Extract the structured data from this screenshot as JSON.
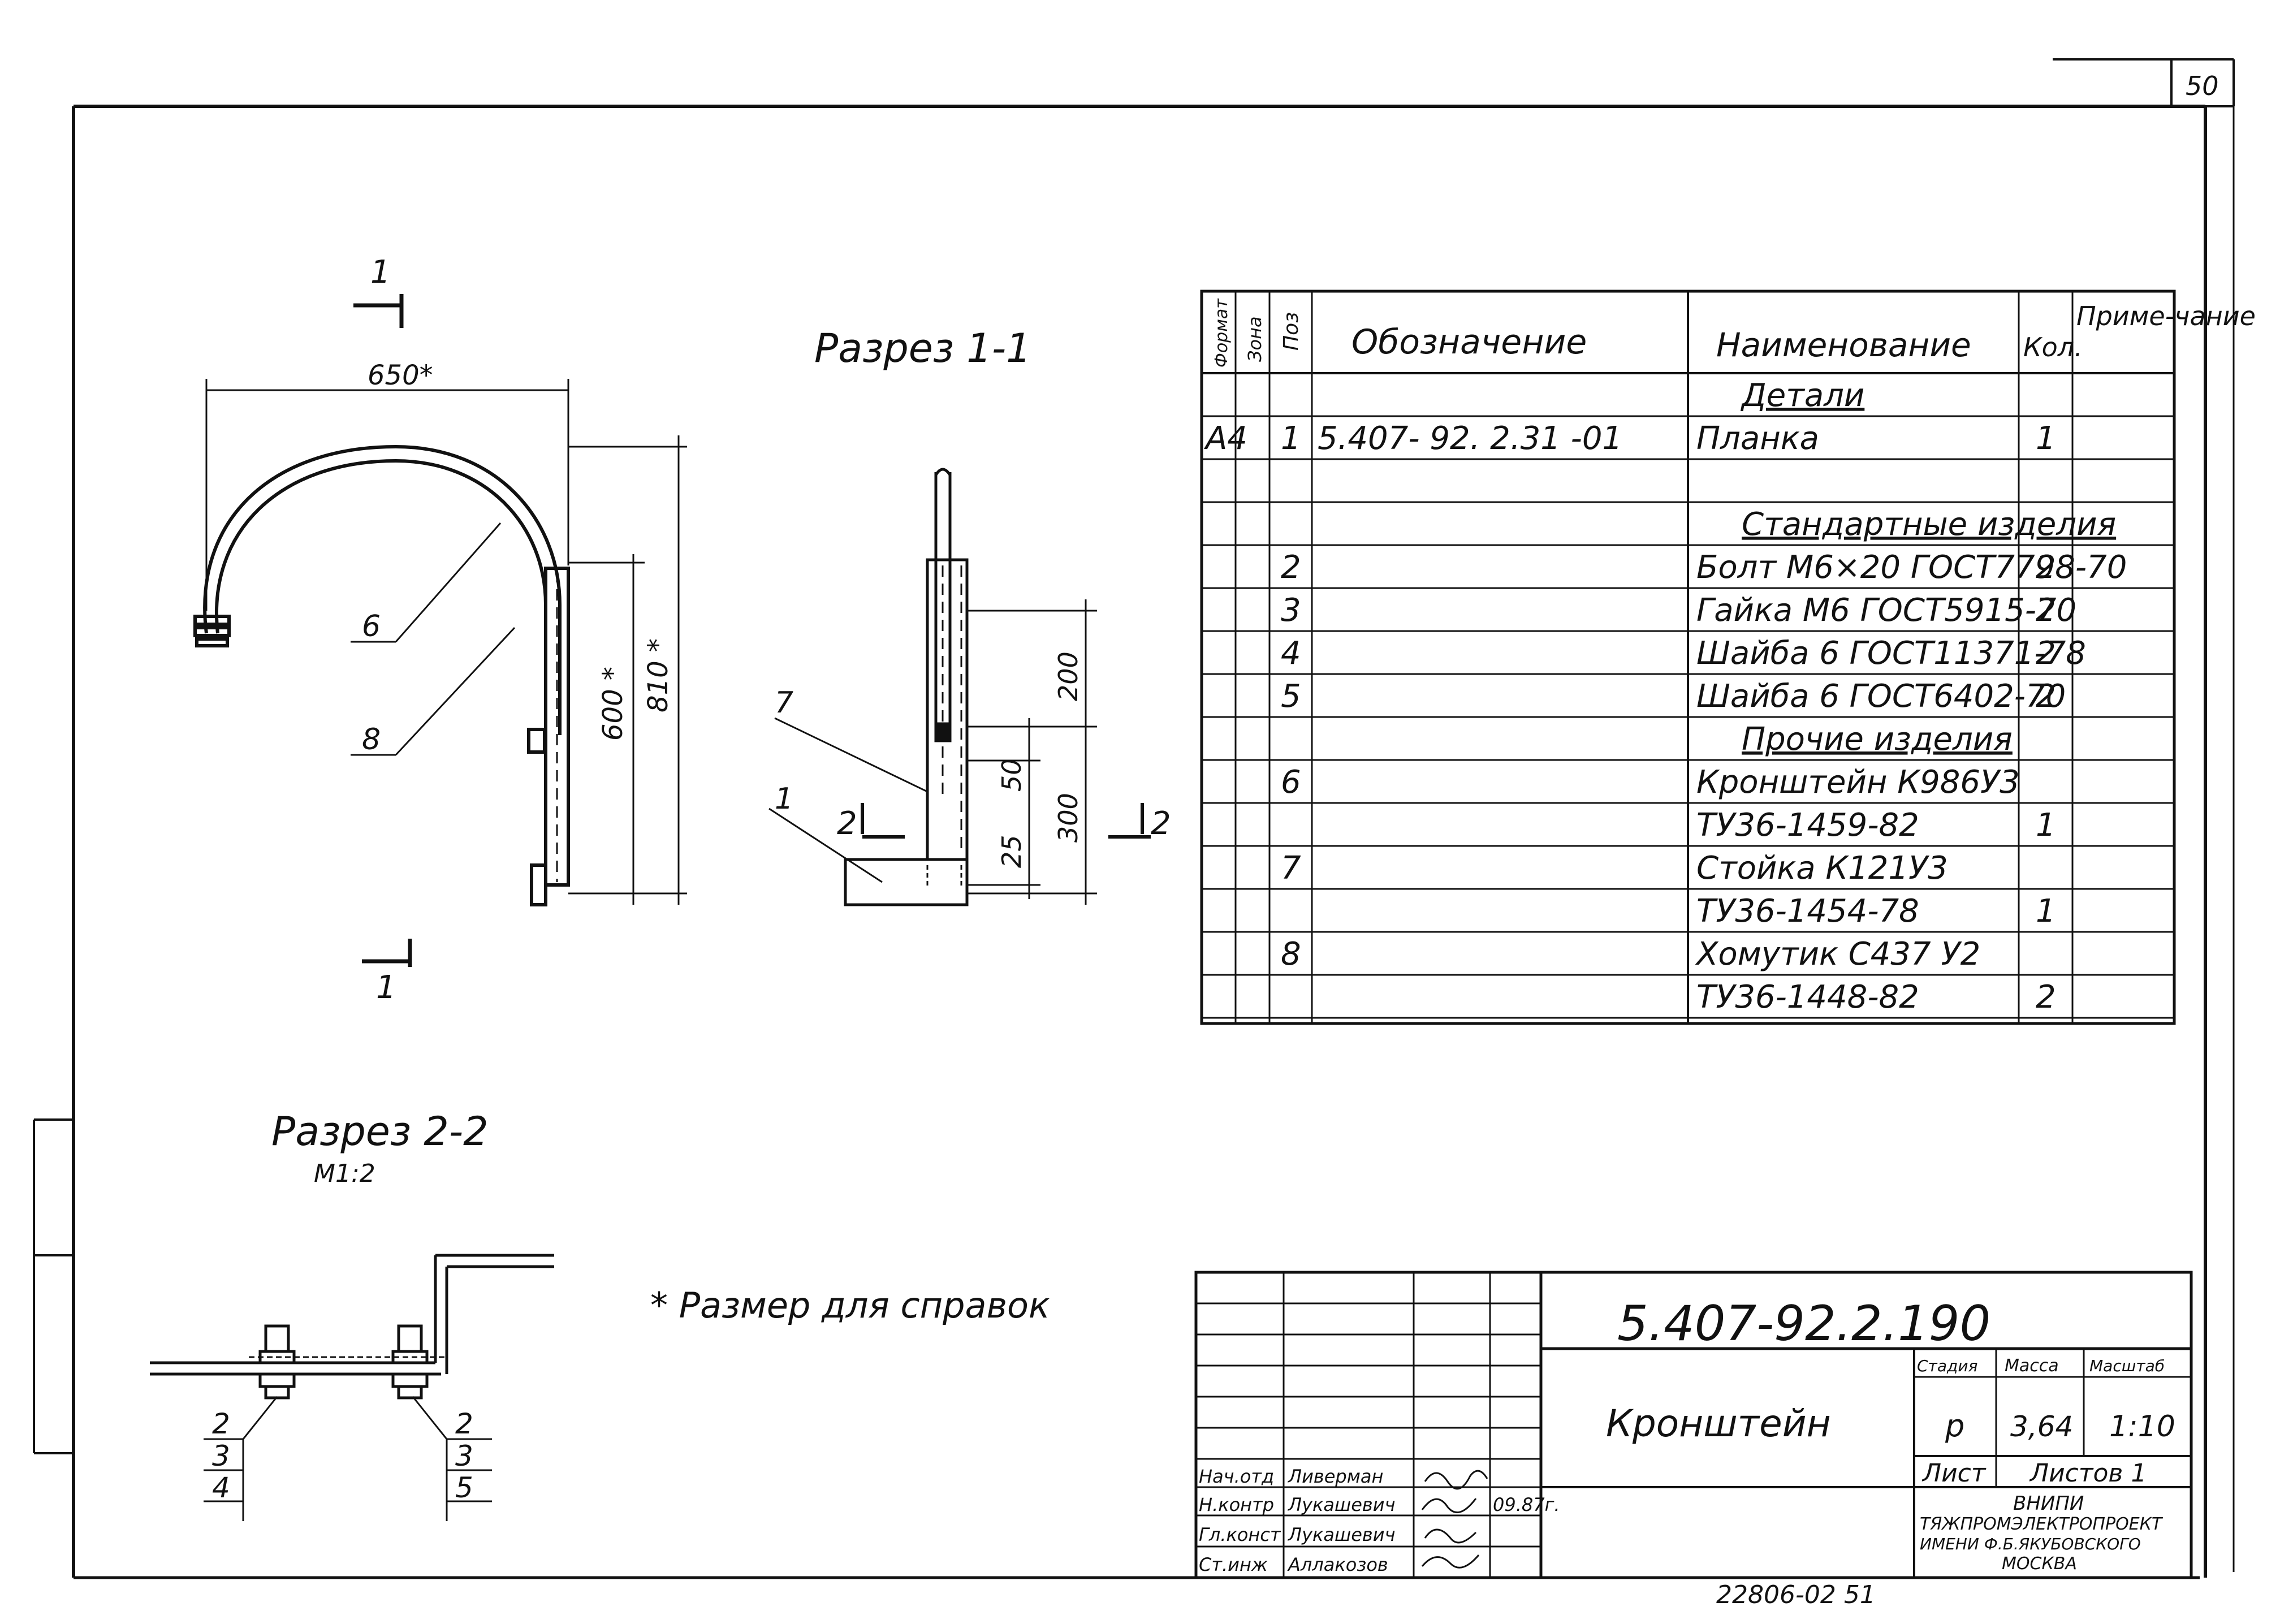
{
  "sheet_corner": "50",
  "footer_code": "22806-02 51",
  "section_1_label": "Разрез 1-1",
  "section_2_label": "Разрез 2-2",
  "section_2_scale": "М1:2",
  "reference_note": "* Размер для справок",
  "cut_marks": {
    "one": "1",
    "two": "2"
  },
  "dimensions": {
    "width": "650*",
    "height_total": "810 *",
    "height_bracket": "600 *",
    "d200": "200",
    "d50": "50",
    "d300": "300",
    "d25": "25"
  },
  "callouts": {
    "c1": "1",
    "c6": "6",
    "c7": "7",
    "c8": "8",
    "s2_left": [
      "2",
      "3",
      "4"
    ],
    "s2_right": [
      "2",
      "3",
      "5"
    ]
  },
  "spec": {
    "headers": {
      "format": "Формат",
      "zone": "Зона",
      "pos": "Поз",
      "designation": "Обозначение",
      "name": "Наименование",
      "qty": "Кол.",
      "note": "Приме-чание"
    },
    "rows": [
      {
        "fmt": "",
        "pos": "",
        "des": "",
        "name": "Детали",
        "qty": "",
        "hdr": true
      },
      {
        "fmt": "А4",
        "pos": "1",
        "des": "5.407- 92. 2.31 -01",
        "name": "Планка",
        "qty": "1"
      },
      {
        "fmt": "",
        "pos": "",
        "des": "",
        "name": "",
        "qty": ""
      },
      {
        "fmt": "",
        "pos": "",
        "des": "",
        "name": "Стандартные изделия",
        "qty": "",
        "hdr": true
      },
      {
        "fmt": "",
        "pos": "2",
        "des": "",
        "name": "Болт М6×20 ГОСТ7798-70",
        "qty": "2"
      },
      {
        "fmt": "",
        "pos": "3",
        "des": "",
        "name": "Гайка М6 ГОСТ5915-70",
        "qty": "2"
      },
      {
        "fmt": "",
        "pos": "4",
        "des": "",
        "name": "Шайба 6 ГОСТ11371-78",
        "qty": "2"
      },
      {
        "fmt": "",
        "pos": "5",
        "des": "",
        "name": "Шайба 6 ГОСТ6402-70",
        "qty": "2"
      },
      {
        "fmt": "",
        "pos": "",
        "des": "",
        "name": "Прочие изделия",
        "qty": "",
        "hdr": true
      },
      {
        "fmt": "",
        "pos": "6",
        "des": "",
        "name": "Кронштейн К986У3",
        "qty": ""
      },
      {
        "fmt": "",
        "pos": "",
        "des": "",
        "name": "ТУ36-1459-82",
        "qty": "1"
      },
      {
        "fmt": "",
        "pos": "7",
        "des": "",
        "name": "Стойка К121У3",
        "qty": ""
      },
      {
        "fmt": "",
        "pos": "",
        "des": "",
        "name": "ТУ36-1454-78",
        "qty": "1"
      },
      {
        "fmt": "",
        "pos": "8",
        "des": "",
        "name": "Хомутик С437 У2",
        "qty": ""
      },
      {
        "fmt": "",
        "pos": "",
        "des": "",
        "name": "ТУ36-1448-82",
        "qty": "2"
      }
    ]
  },
  "title_block": {
    "doc_number": "5.407-92.2.190",
    "item_name": "Кронштейн",
    "col_stage": "Стадия",
    "col_mass": "Масса",
    "col_scale": "Масштаб",
    "stage": "р",
    "mass": "3,64",
    "scale": "1:10",
    "sheet_label": "Лист",
    "sheets_label": "Листов 1",
    "org_lines": [
      "ВНИПИ",
      "ТЯЖПРОМЭЛЕКТРОПРОЕКТ",
      "ИМЕНИ Ф.Б.ЯКУБОВСКОГО",
      "МОСКВА"
    ],
    "staff": [
      {
        "role": "Нач.отд",
        "name": "Ливерман"
      },
      {
        "role": "Н.контр",
        "name": "Лукашевич",
        "date": "09.87г."
      },
      {
        "role": "Гл.конст",
        "name": "Лукашевич"
      },
      {
        "role": "Ст.инж",
        "name": "Аллакозов"
      }
    ]
  }
}
